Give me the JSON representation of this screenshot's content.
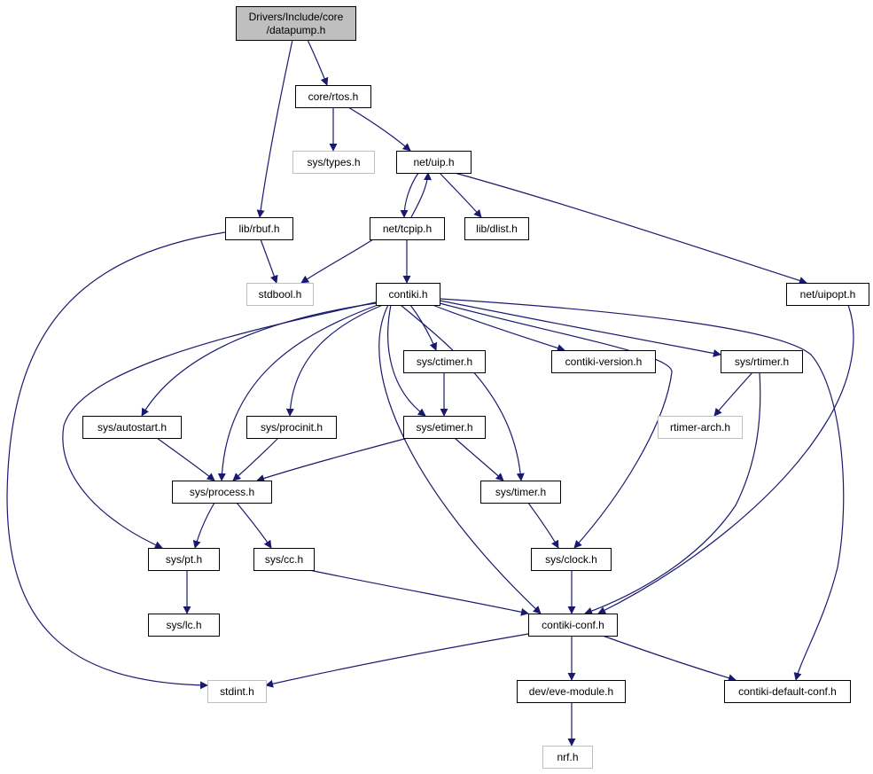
{
  "colors": {
    "edge": "#191970",
    "root_fill": "#bfbfbf",
    "root_stroke": "#000000",
    "node_fill": "#ffffff",
    "node_stroke": "#000000",
    "missing_stroke": "#bfbfbf",
    "missing_text": "#8c8c8c"
  },
  "nodes": {
    "datapump": {
      "lines": [
        "Drivers/Include/core",
        "/datapump.h"
      ],
      "kind": "root"
    },
    "rtos": {
      "lines": [
        "core/rtos.h"
      ],
      "kind": "normal"
    },
    "types": {
      "lines": [
        "sys/types.h"
      ],
      "kind": "missing"
    },
    "uip": {
      "lines": [
        "net/uip.h"
      ],
      "kind": "normal"
    },
    "rbuf": {
      "lines": [
        "lib/rbuf.h"
      ],
      "kind": "normal"
    },
    "tcpip": {
      "lines": [
        "net/tcpip.h"
      ],
      "kind": "normal"
    },
    "dlist": {
      "lines": [
        "lib/dlist.h"
      ],
      "kind": "normal"
    },
    "stdbool": {
      "lines": [
        "stdbool.h"
      ],
      "kind": "missing"
    },
    "contiki": {
      "lines": [
        "contiki.h"
      ],
      "kind": "normal"
    },
    "uipopt": {
      "lines": [
        "net/uipopt.h"
      ],
      "kind": "normal"
    },
    "ctimer": {
      "lines": [
        "sys/ctimer.h"
      ],
      "kind": "normal"
    },
    "version": {
      "lines": [
        "contiki-version.h"
      ],
      "kind": "normal"
    },
    "rtimer": {
      "lines": [
        "sys/rtimer.h"
      ],
      "kind": "normal"
    },
    "autostart": {
      "lines": [
        "sys/autostart.h"
      ],
      "kind": "normal"
    },
    "procinit": {
      "lines": [
        "sys/procinit.h"
      ],
      "kind": "normal"
    },
    "etimer": {
      "lines": [
        "sys/etimer.h"
      ],
      "kind": "normal"
    },
    "rtimerarch": {
      "lines": [
        "rtimer-arch.h"
      ],
      "kind": "missing"
    },
    "process": {
      "lines": [
        "sys/process.h"
      ],
      "kind": "normal"
    },
    "timer": {
      "lines": [
        "sys/timer.h"
      ],
      "kind": "normal"
    },
    "pt": {
      "lines": [
        "sys/pt.h"
      ],
      "kind": "normal"
    },
    "cc": {
      "lines": [
        "sys/cc.h"
      ],
      "kind": "normal"
    },
    "clock": {
      "lines": [
        "sys/clock.h"
      ],
      "kind": "normal"
    },
    "lc": {
      "lines": [
        "sys/lc.h"
      ],
      "kind": "normal"
    },
    "conf": {
      "lines": [
        "contiki-conf.h"
      ],
      "kind": "normal"
    },
    "stdint": {
      "lines": [
        "stdint.h"
      ],
      "kind": "missing"
    },
    "evemodule": {
      "lines": [
        "dev/eve-module.h"
      ],
      "kind": "normal"
    },
    "defaultconf": {
      "lines": [
        "contiki-default-conf.h"
      ],
      "kind": "normal"
    },
    "nrf": {
      "lines": [
        "nrf.h"
      ],
      "kind": "missing"
    }
  },
  "edges": [
    [
      "datapump",
      "rtos"
    ],
    [
      "datapump",
      "rbuf"
    ],
    [
      "rtos",
      "types"
    ],
    [
      "rtos",
      "uip"
    ],
    [
      "uip",
      "tcpip"
    ],
    [
      "tcpip",
      "uip"
    ],
    [
      "uip",
      "dlist"
    ],
    [
      "uip",
      "uipopt"
    ],
    [
      "rbuf",
      "stdbool"
    ],
    [
      "rbuf",
      "stdint"
    ],
    [
      "tcpip",
      "stdbool"
    ],
    [
      "tcpip",
      "contiki"
    ],
    [
      "contiki",
      "ctimer"
    ],
    [
      "contiki",
      "version"
    ],
    [
      "contiki",
      "rtimer"
    ],
    [
      "contiki",
      "autostart"
    ],
    [
      "contiki",
      "procinit"
    ],
    [
      "contiki",
      "etimer"
    ],
    [
      "contiki",
      "process"
    ],
    [
      "contiki",
      "timer"
    ],
    [
      "contiki",
      "pt"
    ],
    [
      "contiki",
      "clock"
    ],
    [
      "contiki",
      "conf"
    ],
    [
      "contiki",
      "defaultconf"
    ],
    [
      "uipopt",
      "conf"
    ],
    [
      "ctimer",
      "etimer"
    ],
    [
      "rtimer",
      "rtimerarch"
    ],
    [
      "rtimer",
      "conf"
    ],
    [
      "autostart",
      "process"
    ],
    [
      "procinit",
      "process"
    ],
    [
      "etimer",
      "process"
    ],
    [
      "etimer",
      "timer"
    ],
    [
      "process",
      "pt"
    ],
    [
      "process",
      "cc"
    ],
    [
      "timer",
      "clock"
    ],
    [
      "pt",
      "lc"
    ],
    [
      "cc",
      "conf"
    ],
    [
      "clock",
      "conf"
    ],
    [
      "conf",
      "stdint"
    ],
    [
      "conf",
      "evemodule"
    ],
    [
      "conf",
      "defaultconf"
    ],
    [
      "evemodule",
      "nrf"
    ]
  ]
}
